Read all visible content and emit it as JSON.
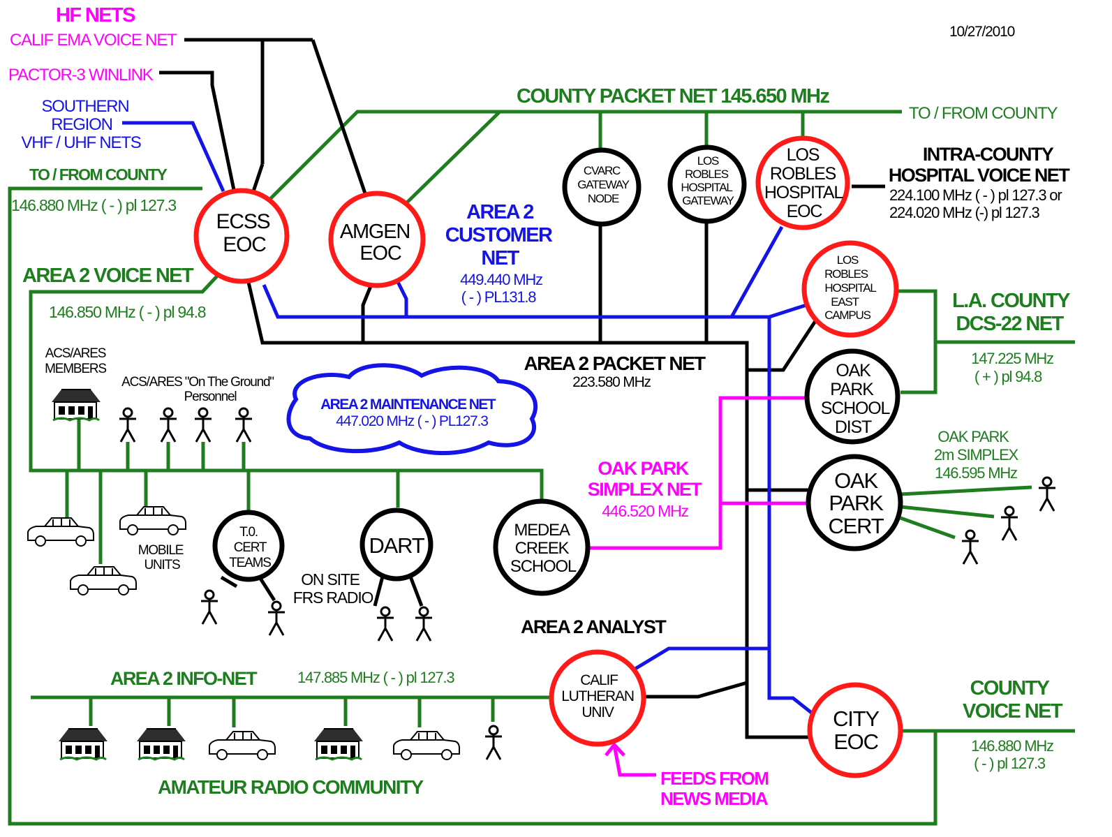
{
  "date": "10/27/2010",
  "colors": {
    "green": "#1e7d1e",
    "black": "#000000",
    "blue": "#1414e6",
    "magenta": "#ff00ff",
    "red": "#ff1a1a"
  },
  "hf": {
    "title": "HF NETS",
    "calif_ema": "CALIF EMA VOICE NET",
    "pactor": "PACTOR-3  WINLINK",
    "southern": [
      "SOUTHERN",
      "REGION",
      "VHF / UHF NETS"
    ]
  },
  "county_packet": {
    "title": "COUNTY  PACKET  NET  145.650 MHz",
    "to_from": "TO / FROM COUNTY"
  },
  "left_county": {
    "to_from": "TO / FROM  COUNTY",
    "freq": "146.880 MHz  ( - ) pl 127.3"
  },
  "area2_voice": {
    "title": "AREA 2  VOICE NET",
    "freq": "146.850 MHz   ( - ) pl 94.8"
  },
  "customer_net": {
    "lines": [
      "AREA 2",
      "CUSTOMER",
      "NET"
    ],
    "freq1": "449.440 MHz",
    "freq2": "( - )  PL131.8"
  },
  "packet_net": {
    "title": "AREA 2  PACKET NET",
    "freq": "223.580 MHz"
  },
  "maintenance_net": {
    "title": "AREA 2  MAINTENANCE NET",
    "freq": "447.020 MHz ( - )   PL127.3"
  },
  "intra_county": {
    "title1": "INTRA-COUNTY",
    "title2": "HOSPITAL  VOICE NET",
    "freq1": "224.100 MHz ( - ) pl 127.3 or",
    "freq2": "224.020 MHz (-) pl 127.3"
  },
  "la_county": {
    "title1": "L.A. COUNTY",
    "title2": "DCS-22  NET",
    "freq1": "147.225 MHz",
    "freq2": "( + ) pl 94.8"
  },
  "oak_park_simplex": {
    "title1": "OAK PARK",
    "title2": "SIMPLEX NET",
    "freq": "446.520 MHz"
  },
  "oak_park_2m": [
    "OAK PARK",
    "2m SIMPLEX",
    "146.595 MHz"
  ],
  "acs_members": [
    "ACS/ARES",
    "MEMBERS"
  ],
  "on_ground": [
    "ACS/ARES \"On The Ground\"",
    "Personnel"
  ],
  "mobile_units": [
    "MOBILE",
    "UNITS"
  ],
  "onsite_frs": [
    "ON SITE",
    "FRS RADIO"
  ],
  "analyst": "AREA 2  ANALYST",
  "info_net": {
    "title": "AREA 2  INFO-NET",
    "freq": "147.885 MHz  ( - ) pl 127.3"
  },
  "community": "AMATEUR RADIO COMMUNITY",
  "feeds": [
    "FEEDS FROM",
    "NEWS MEDIA"
  ],
  "county_voice": {
    "title1": "COUNTY",
    "title2": "VOICE  NET",
    "freq1": "146.880 MHz",
    "freq2": "( - ) pl 127.3"
  },
  "nodes": {
    "ecss": [
      "ECSS",
      "EOC"
    ],
    "amgen": [
      "AMGEN",
      "EOC"
    ],
    "cvarc": [
      "CVARC",
      "GATEWAY",
      "NODE"
    ],
    "lr_gateway": [
      "LOS",
      "ROBLES",
      "HOSPITAL",
      "GATEWAY"
    ],
    "lr_eoc": [
      "LOS",
      "ROBLES",
      "HOSPITAL",
      "EOC"
    ],
    "lr_east": [
      "LOS",
      "ROBLES",
      "HOSPITAL",
      "EAST",
      "CAMPUS"
    ],
    "oak_school": [
      "OAK",
      "PARK",
      "SCHOOL",
      "DIST"
    ],
    "oak_cert": [
      "OAK",
      "PARK",
      "CERT"
    ],
    "to_cert": [
      "T.0.",
      "CERT",
      "TEAMS"
    ],
    "dart": [
      "DART"
    ],
    "medea": [
      "MEDEA",
      "CREEK",
      "SCHOOL"
    ],
    "clu": [
      "CALIF",
      "LUTHERAN",
      "UNIV"
    ],
    "city": [
      "CITY",
      "EOC"
    ]
  }
}
